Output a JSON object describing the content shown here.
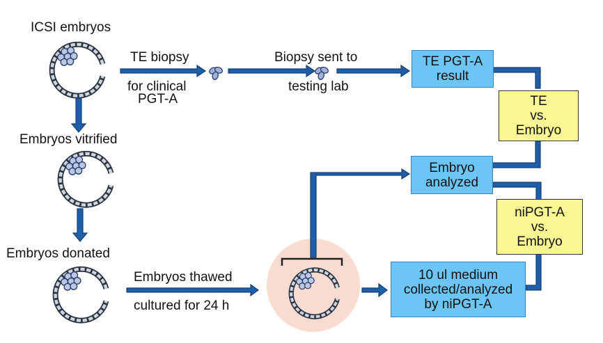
{
  "diagram": {
    "left_column": {
      "stage1": "ICSI embryos",
      "stage2": "Embryos vitrified",
      "stage3": "Embryos donated"
    },
    "arrows": {
      "te_biopsy_top": "TE biopsy",
      "te_biopsy_bottom_1": "for clinical",
      "te_biopsy_bottom_2": "PGT-A",
      "sent_top": "Biopsy sent to",
      "sent_bottom": "testing lab",
      "thawed_top": "Embryos thawed",
      "thawed_bottom": "cultured for 24 h"
    },
    "boxes": {
      "te_result": [
        "TE PGT-A",
        "result"
      ],
      "te_vs_embryo": [
        "TE",
        "vs.",
        "Embryo"
      ],
      "embryo_analyzed": [
        "Embryo",
        "analyzed"
      ],
      "nipgt_vs_embryo": [
        "niPGT-A",
        "vs.",
        "Embryo"
      ],
      "medium": [
        "10 ul medium",
        "collected/analyzed",
        "by niPGT-A"
      ]
    },
    "colors": {
      "arrow": "#1f5ea8",
      "arrow_dark": "#163f73",
      "result_box": "#6cc5f5",
      "comparison_box": "#f9f794",
      "culture_dish": "#f9dccf"
    }
  }
}
